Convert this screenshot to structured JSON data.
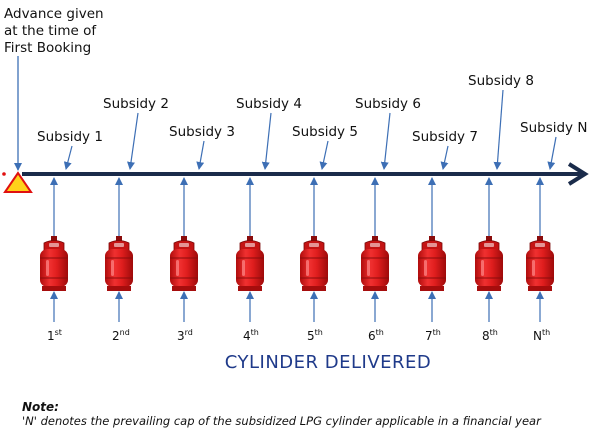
{
  "advance_label": [
    "Advance given",
    "at the time of",
    "First Booking"
  ],
  "subsidies": [
    {
      "label": "Subsidy 1"
    },
    {
      "label": "Subsidy 2"
    },
    {
      "label": "Subsidy 3"
    },
    {
      "label": "Subsidy 4"
    },
    {
      "label": "Subsidy 5"
    },
    {
      "label": "Subsidy 6"
    },
    {
      "label": "Subsidy 7"
    },
    {
      "label": "Subsidy 8"
    },
    {
      "label": "Subsidy N"
    }
  ],
  "cylinders": [
    {
      "main": "1",
      "sup": "st"
    },
    {
      "main": "2",
      "sup": "nd"
    },
    {
      "main": "3",
      "sup": "rd"
    },
    {
      "main": "4",
      "sup": "th"
    },
    {
      "main": "5",
      "sup": "th"
    },
    {
      "main": "6",
      "sup": "th"
    },
    {
      "main": "7",
      "sup": "th"
    },
    {
      "main": "8",
      "sup": "th"
    },
    {
      "main": "N",
      "sup": "th"
    }
  ],
  "delivered_label": "CYLINDER DELIVERED",
  "note": {
    "title": "Note:",
    "text": "'N' denotes the prevailing cap of the subsidized LPG cylinder applicable in a financial year"
  },
  "colors": {
    "timeline": "#1a2b4a",
    "arrow": "#3d6fb5",
    "cylinder": "#e02020",
    "triangle_fill": "#ffd21a",
    "triangle_stroke": "#e01010",
    "title": "#1f3a8a"
  }
}
